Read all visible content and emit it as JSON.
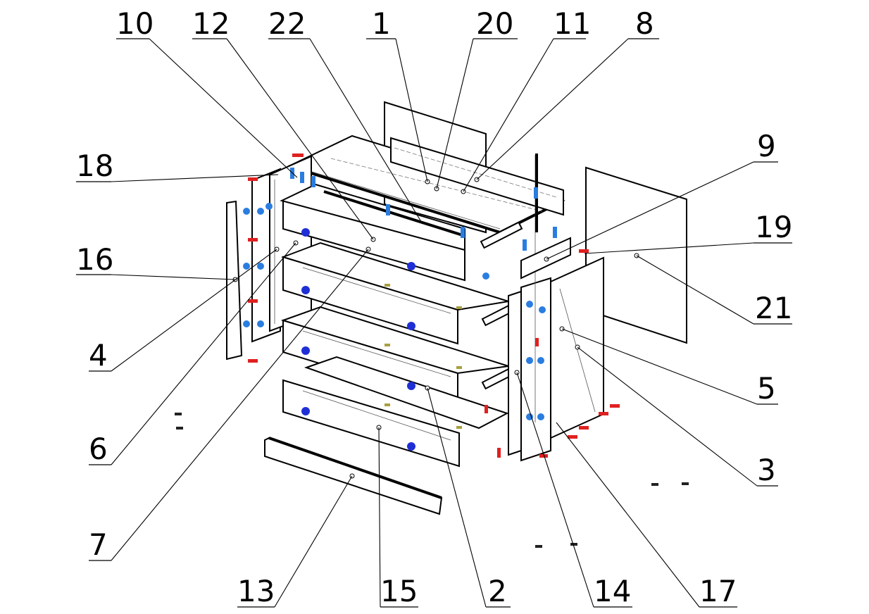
{
  "diagram": {
    "parts": [
      {
        "id": "p1",
        "number": "1"
      },
      {
        "id": "p2",
        "number": "2"
      },
      {
        "id": "p3",
        "number": "3"
      },
      {
        "id": "p4",
        "number": "4"
      },
      {
        "id": "p5",
        "number": "5"
      },
      {
        "id": "p6",
        "number": "6"
      },
      {
        "id": "p7",
        "number": "7"
      },
      {
        "id": "p8",
        "number": "8"
      },
      {
        "id": "p9",
        "number": "9"
      },
      {
        "id": "p10",
        "number": "10"
      },
      {
        "id": "p11",
        "number": "11"
      },
      {
        "id": "p12",
        "number": "12"
      },
      {
        "id": "p13",
        "number": "13"
      },
      {
        "id": "p14",
        "number": "14"
      },
      {
        "id": "p15",
        "number": "15"
      },
      {
        "id": "p16",
        "number": "16"
      },
      {
        "id": "p17",
        "number": "17"
      },
      {
        "id": "p18",
        "number": "18"
      },
      {
        "id": "p19",
        "number": "19"
      },
      {
        "id": "p20",
        "number": "20"
      },
      {
        "id": "p21",
        "number": "21"
      },
      {
        "id": "p22",
        "number": "22"
      }
    ],
    "colors": {
      "line": "#000000",
      "fastener_red": "#e02020",
      "fastener_blue": "#2a7de0",
      "fastener_navy": "#1f2fd6",
      "dowel_olive": "#a8a040"
    }
  }
}
